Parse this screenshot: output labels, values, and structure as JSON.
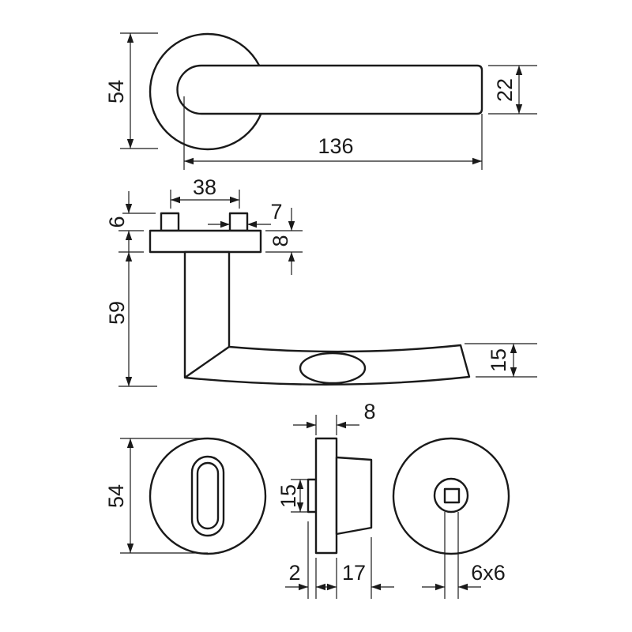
{
  "drawing": {
    "top_view": {
      "rose_diameter": "54",
      "lever_height": "22",
      "lever_length": "136"
    },
    "side_view": {
      "pin_spacing": "38",
      "pin_height": "6",
      "pin_width": "7",
      "rose_thickness": "8",
      "neck_height": "59",
      "lever_thickness": "15"
    },
    "escutcheon_views": {
      "rose_diameter": "54",
      "plate_thickness": "8",
      "nub_height": "15",
      "nub_depth": "2",
      "body_depth": "17",
      "spindle_size": "6x6"
    }
  },
  "colors": {
    "line": "#1a1a1a",
    "background": "#ffffff"
  }
}
